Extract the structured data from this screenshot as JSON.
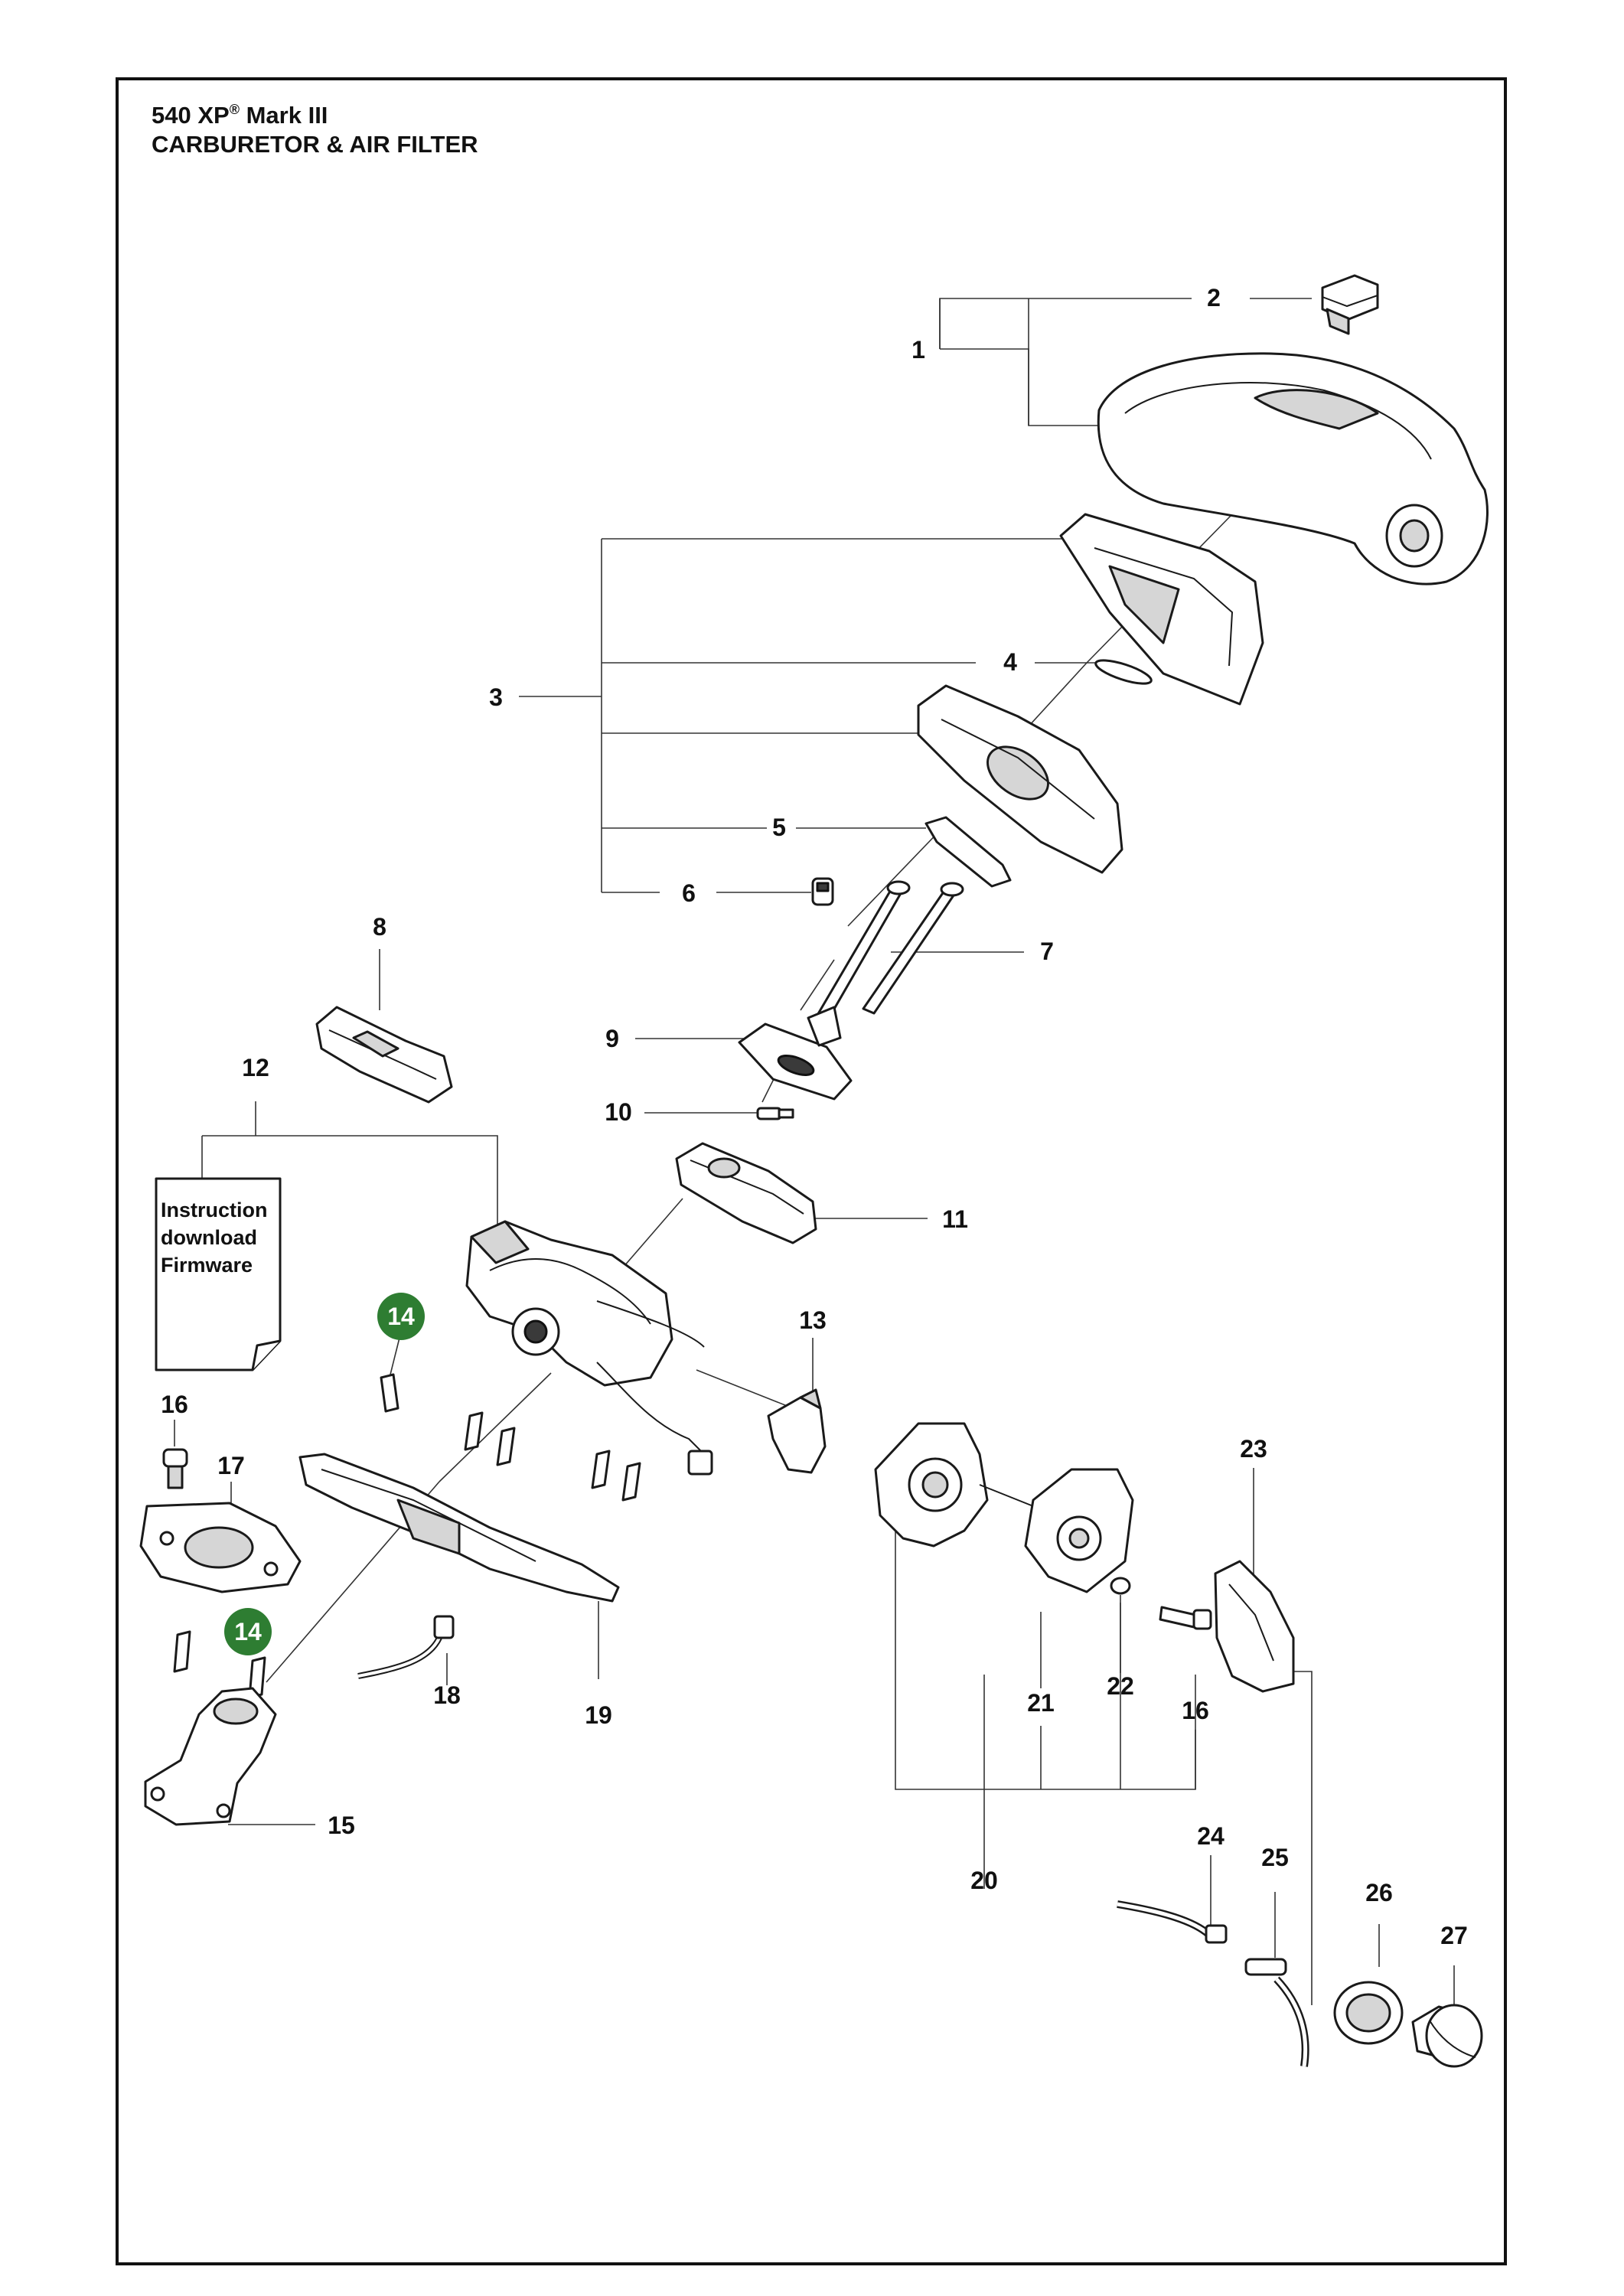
{
  "header": {
    "model": "540 XP",
    "registered_mark": "®",
    "variant": "Mark III",
    "section_title": "CARBURETOR & AIR FILTER"
  },
  "note": {
    "lines": [
      "Instruction",
      "download",
      "Firmware"
    ]
  },
  "callouts": {
    "c1": "1",
    "c2": "2",
    "c3": "3",
    "c4": "4",
    "c5": "5",
    "c6": "6",
    "c7": "7",
    "c8": "8",
    "c9": "9",
    "c10": "10",
    "c11": "11",
    "c12": "12",
    "c13": "13",
    "c14a": "14",
    "c14b": "14",
    "c15": "15",
    "c16a": "16",
    "c16b": "16",
    "c17": "17",
    "c18": "18",
    "c19": "19",
    "c20": "20",
    "c21": "21",
    "c22": "22",
    "c23": "23",
    "c24": "24",
    "c25": "25",
    "c26": "26",
    "c27": "27"
  },
  "colors": {
    "badge": "#2e7d32",
    "line": "#111111"
  }
}
